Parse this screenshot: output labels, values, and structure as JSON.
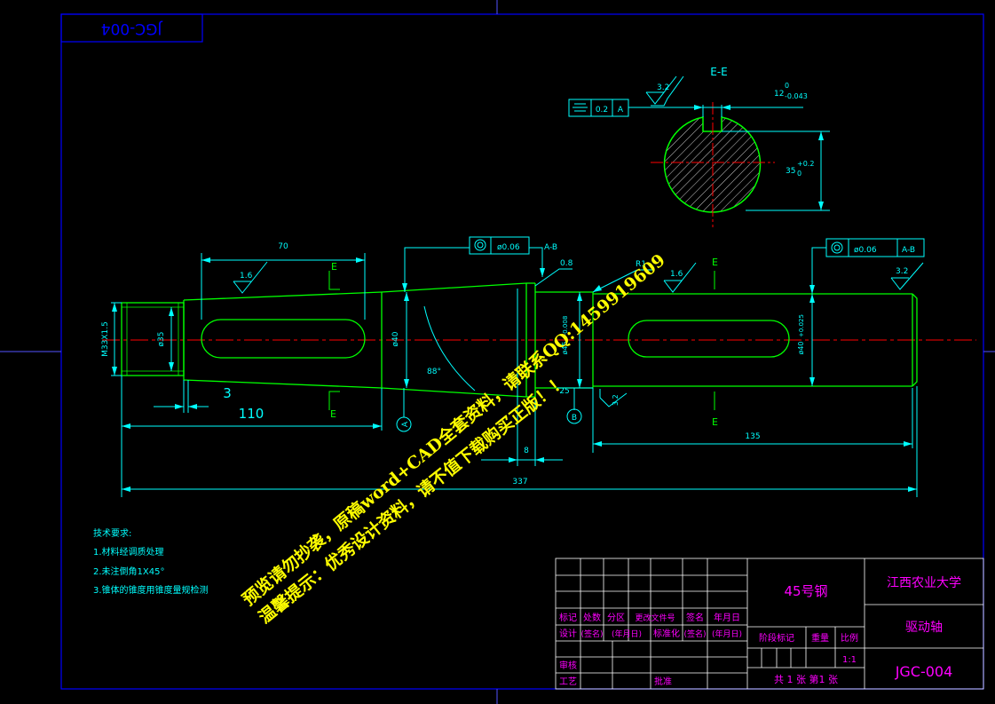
{
  "colors": {
    "background": "#000000",
    "frame": "#0000ff",
    "outline": "#00ff00",
    "dimension": "#00ffff",
    "centerline": "#ff0000",
    "title_block": "#ff00ff",
    "hatch": "#ffffff",
    "watermark": "#ffff00"
  },
  "frame": {
    "code_box_text": "JGC-004"
  },
  "section": {
    "label": "E-E",
    "roughness": "3.2",
    "width_tol_upper": "0",
    "width_value": "12",
    "width_tol_lower": "-0.043",
    "depth_value": "35",
    "depth_tol_upper": "+0.2",
    "depth_tol_lower": "0",
    "symmetry_tol": "0.2",
    "symmetry_datum": "A"
  },
  "main_view": {
    "dim_70": "70",
    "dim_110": "110",
    "dim_3": "3",
    "dim_337": "337",
    "dim_8": "8",
    "dim_25": "25",
    "dim_135": "135",
    "dim_m33": "M33X1.5",
    "dim_d35": "ø35",
    "dim_d40": "ø40",
    "dim_d45": "ø45",
    "dim_d45_tol": "-0.008",
    "dim_d40r": "ø40",
    "dim_d40r_tol": "+0.025",
    "angle_88": "88°",
    "fillet_r1": "R1",
    "chamfer_08": "0.8",
    "rough_16a": "1.6",
    "rough_16b": "1.6",
    "rough_32a": "3.2",
    "rough_32b": "3.2",
    "cut_e": "E",
    "runout_left": "ø0.06",
    "runout_left_datum": "A-B",
    "runout_right": "ø0.06",
    "runout_right_datum": "A-B",
    "datum_a": "A",
    "datum_b": "B"
  },
  "notes": {
    "title": "技术要求:",
    "items": [
      "1.材料经调质处理",
      "2.未注倒角1X45°",
      "3.锥体的锥度用锥度量规检测"
    ]
  },
  "title_block": {
    "material": "45号钢",
    "school": "江西农业大学",
    "part_name": "驱动轴",
    "drawing_no": "JGC-004",
    "row_headers": [
      "标记",
      "处数",
      "分区",
      "更改文件号",
      "签名",
      "年月日"
    ],
    "design_row": [
      "设计",
      "(签名)",
      "(年月日)",
      "标准化",
      "(签名)",
      "(年月日)"
    ],
    "stage_label": "阶段标记",
    "weight_label": "重量",
    "scale_label": "比例",
    "scale_value": "1:1",
    "check_label": "审核",
    "process_label": "工艺",
    "approve_label": "批准",
    "sheet_info": "共 1 张  第1 张"
  },
  "watermark": {
    "line1": "预览请勿抄袭，原稿word+CAD全套资料，请联系QQ:1459919609",
    "line2": "温馨提示：优秀设计资料，请不值下载购买正版！！"
  }
}
